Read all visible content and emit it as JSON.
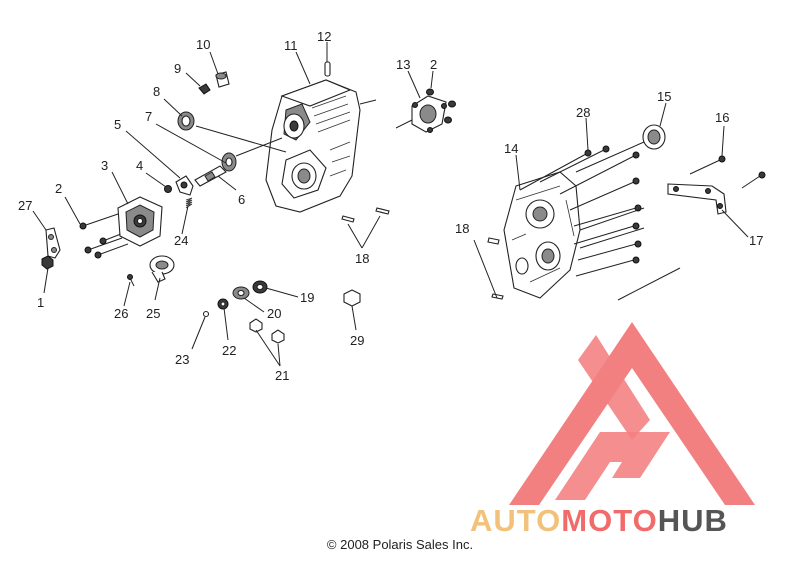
{
  "diagram": {
    "callouts": {
      "c1": "1",
      "c2a": "2",
      "c2b": "2",
      "c3": "3",
      "c4": "4",
      "c5": "5",
      "c6": "6",
      "c7": "7",
      "c8": "8",
      "c9": "9",
      "c10": "10",
      "c11": "11",
      "c12": "12",
      "c13": "13",
      "c14": "14",
      "c15": "15",
      "c16": "16",
      "c17": "17",
      "c18a": "18",
      "c18b": "18",
      "c19": "19",
      "c20": "20",
      "c21": "21",
      "c22": "22",
      "c23": "23",
      "c24": "24",
      "c25": "25",
      "c26": "26",
      "c27": "27",
      "c28": "28",
      "c29": "29"
    },
    "copyright": "© 2008 Polaris Sales Inc."
  },
  "logo": {
    "part1": "AUTO",
    "part2": "MOTO",
    "part3": "HUB",
    "colors": {
      "auto": "#f2c27a",
      "moto": "#f26b6b",
      "hub": "#555555",
      "mark": "#f26b6b"
    }
  }
}
